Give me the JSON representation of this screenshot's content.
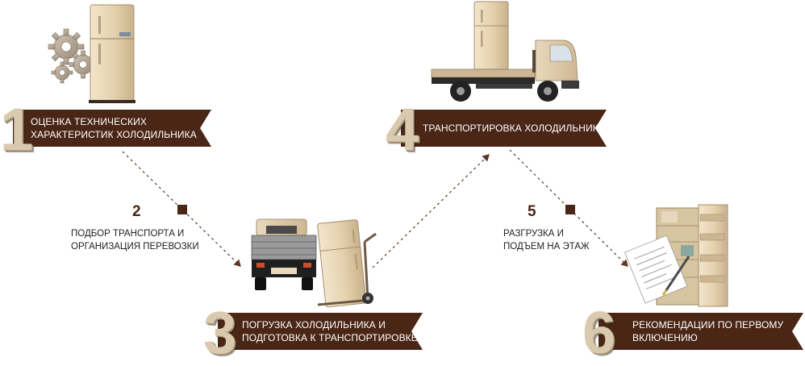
{
  "colors": {
    "ribbon": "#4a2616",
    "fridge": "#e6d4b4",
    "dash": "#5a3520"
  },
  "steps": [
    {
      "num": "1",
      "lines": [
        "ОЦЕНКА ТЕХНИЧЕСКИХ",
        "ХАРАКТЕРИСТИК ХОЛОДИЛЬНИКА"
      ]
    },
    {
      "num": "2",
      "lines": [
        "ПОДБОР ТРАНСПОРТА И",
        "ОРГАНИЗАЦИЯ ПЕРЕВОЗКИ"
      ]
    },
    {
      "num": "3",
      "lines": [
        "ПОГРУЗКА ХОЛОДИЛЬНИКА И",
        "ПОДГОТОВКА К ТРАНСПОРТИРОВКЕ"
      ]
    },
    {
      "num": "4",
      "lines": [
        "ТРАНСПОРТИРОВКА ХОЛОДИЛЬНИКА"
      ]
    },
    {
      "num": "5",
      "lines": [
        "РАЗГРУЗКА И",
        "ПОДЪЕМ НА ЭТАЖ"
      ]
    },
    {
      "num": "6",
      "lines": [
        "РЕКОМЕНДАЦИИ ПО ПЕРВОМУ",
        "ВКЛЮЧЕНИЮ"
      ]
    }
  ],
  "icons": {
    "step1": "fridge-with-gears-icon",
    "step3": "truck-rear-and-hand-truck-fridge-icon",
    "step4": "flatbed-truck-with-fridge-icon",
    "step6": "open-fridge-with-document-icon"
  }
}
